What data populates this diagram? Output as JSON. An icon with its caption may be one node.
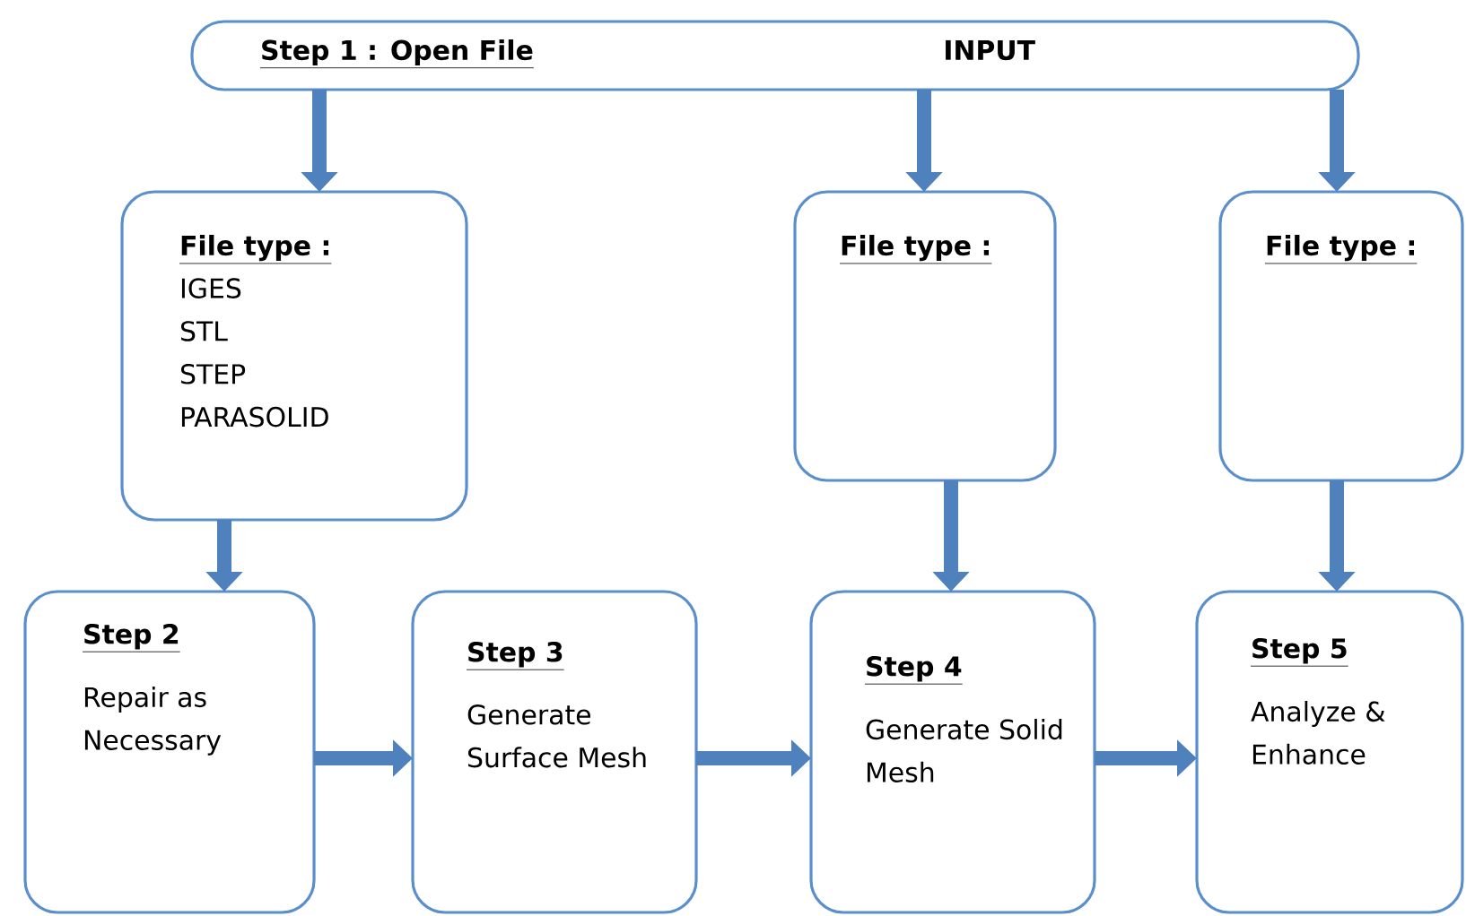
{
  "diagram": {
    "nodes": [
      {
        "text": [
          "Step 1 : Open File",
          "INPUT"
        ]
      },
      {
        "text": [
          "File type :",
          "IGES",
          "STL",
          "STEP",
          "PARASOLID"
        ]
      },
      {
        "text": [
          "File type :"
        ]
      },
      {
        "text": [
          "File type :"
        ]
      },
      {
        "text": [
          "Step 2",
          "Repair as Necessary"
        ]
      },
      {
        "text": [
          "Step 3",
          "Generate Surface Mesh"
        ]
      },
      {
        "text": [
          "Step 4",
          "Generate Solid Mesh"
        ]
      },
      {
        "text": [
          "Step 5",
          "Analyze & Enhance"
        ]
      }
    ],
    "edges": [
      {
        "from": 0,
        "to": 1,
        "arrow": "to"
      },
      {
        "from": 0,
        "to": 2,
        "arrow": "to"
      },
      {
        "from": 0,
        "to": 3,
        "arrow": "to"
      },
      {
        "from": 1,
        "to": 4,
        "arrow": "to"
      },
      {
        "from": 2,
        "to": 6,
        "arrow": "to"
      },
      {
        "from": 3,
        "to": 7,
        "arrow": "to"
      },
      {
        "from": 4,
        "to": 5,
        "arrow": "to"
      },
      {
        "from": 5,
        "to": 6,
        "arrow": "to"
      },
      {
        "from": 6,
        "to": 7,
        "arrow": "to"
      }
    ]
  }
}
